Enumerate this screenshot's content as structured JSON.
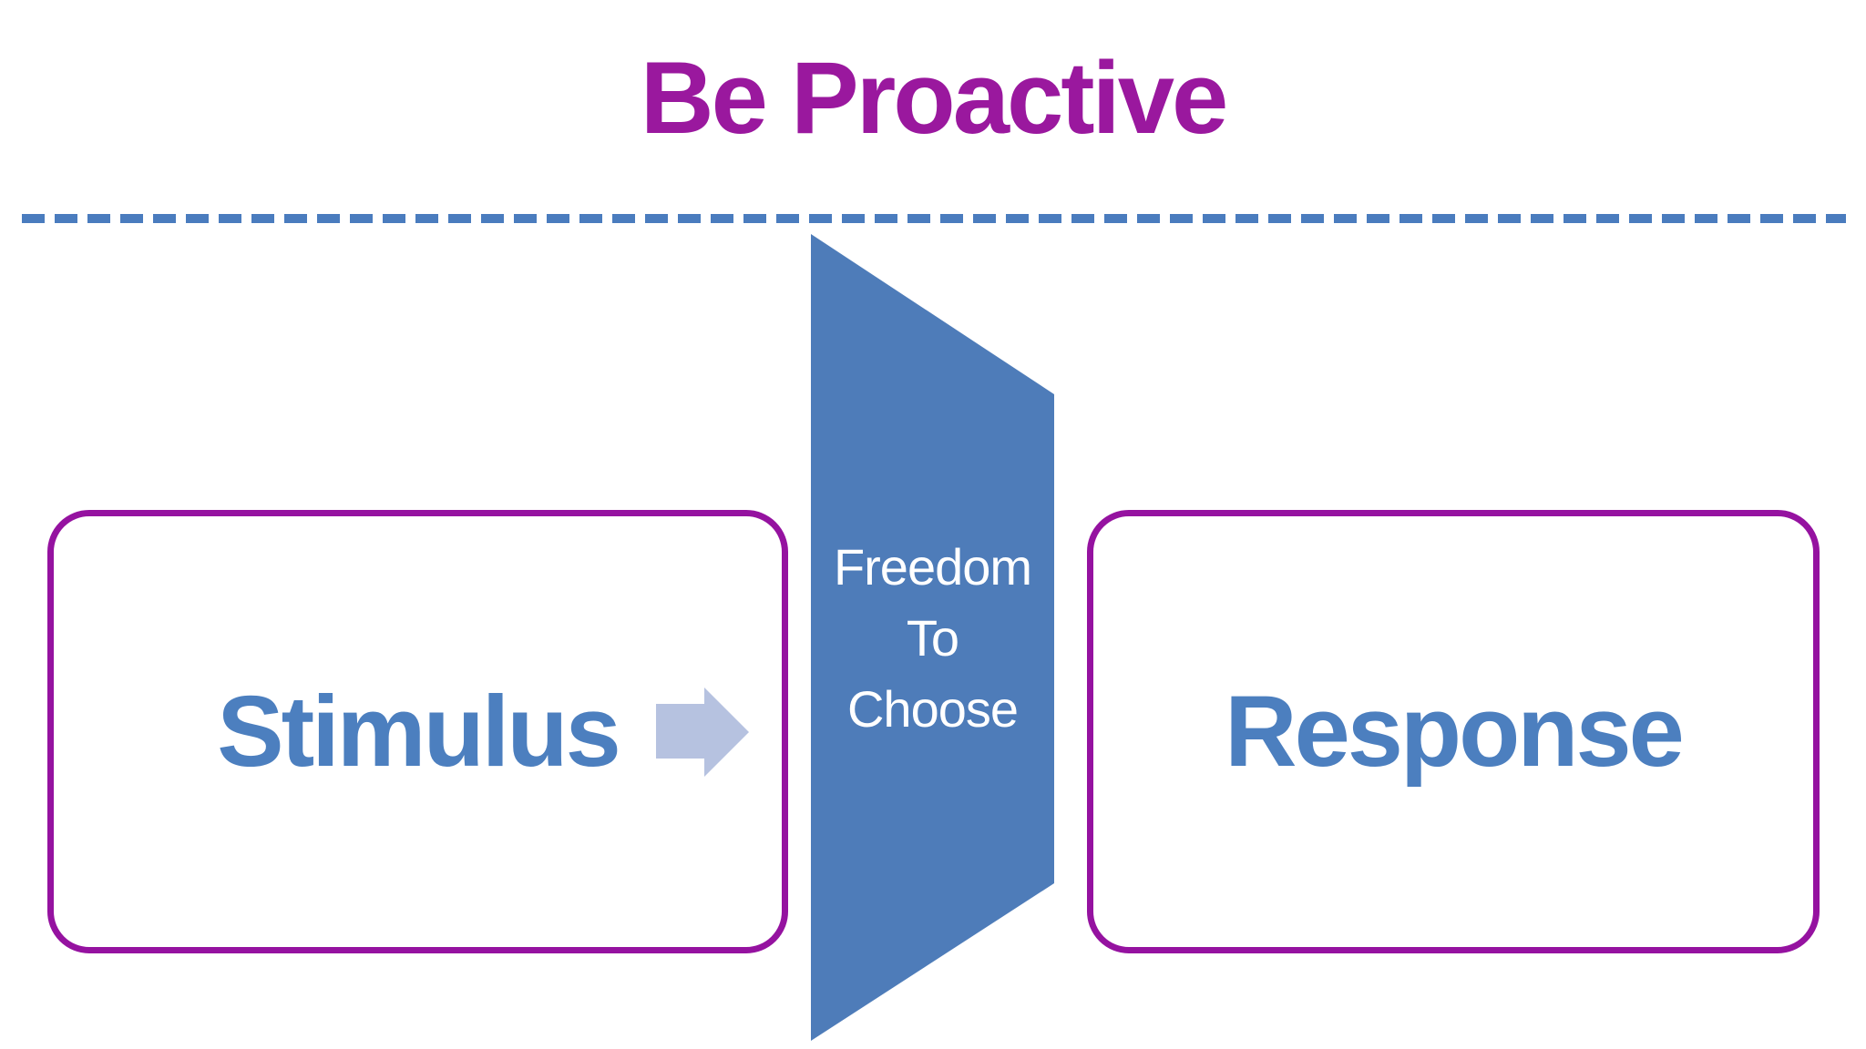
{
  "title": {
    "text": "Be Proactive",
    "color": "#9A189E"
  },
  "divider": {
    "style": "dashed",
    "color": "#4A7CBE"
  },
  "boxes": {
    "stimulus": {
      "label": "Stimulus"
    },
    "response": {
      "label": "Response"
    }
  },
  "freedom_panel": {
    "lines": [
      "Freedom",
      "To",
      "Choose"
    ],
    "fill_color": "#4E7CB9",
    "text_color": "#FFFFFF"
  },
  "arrow": {
    "name": "right-arrow",
    "fill_color": "#B6C2E0"
  },
  "colors": {
    "box_border": "#9512A0",
    "box_text": "#4C7FBF",
    "background": "#FFFFFF"
  }
}
